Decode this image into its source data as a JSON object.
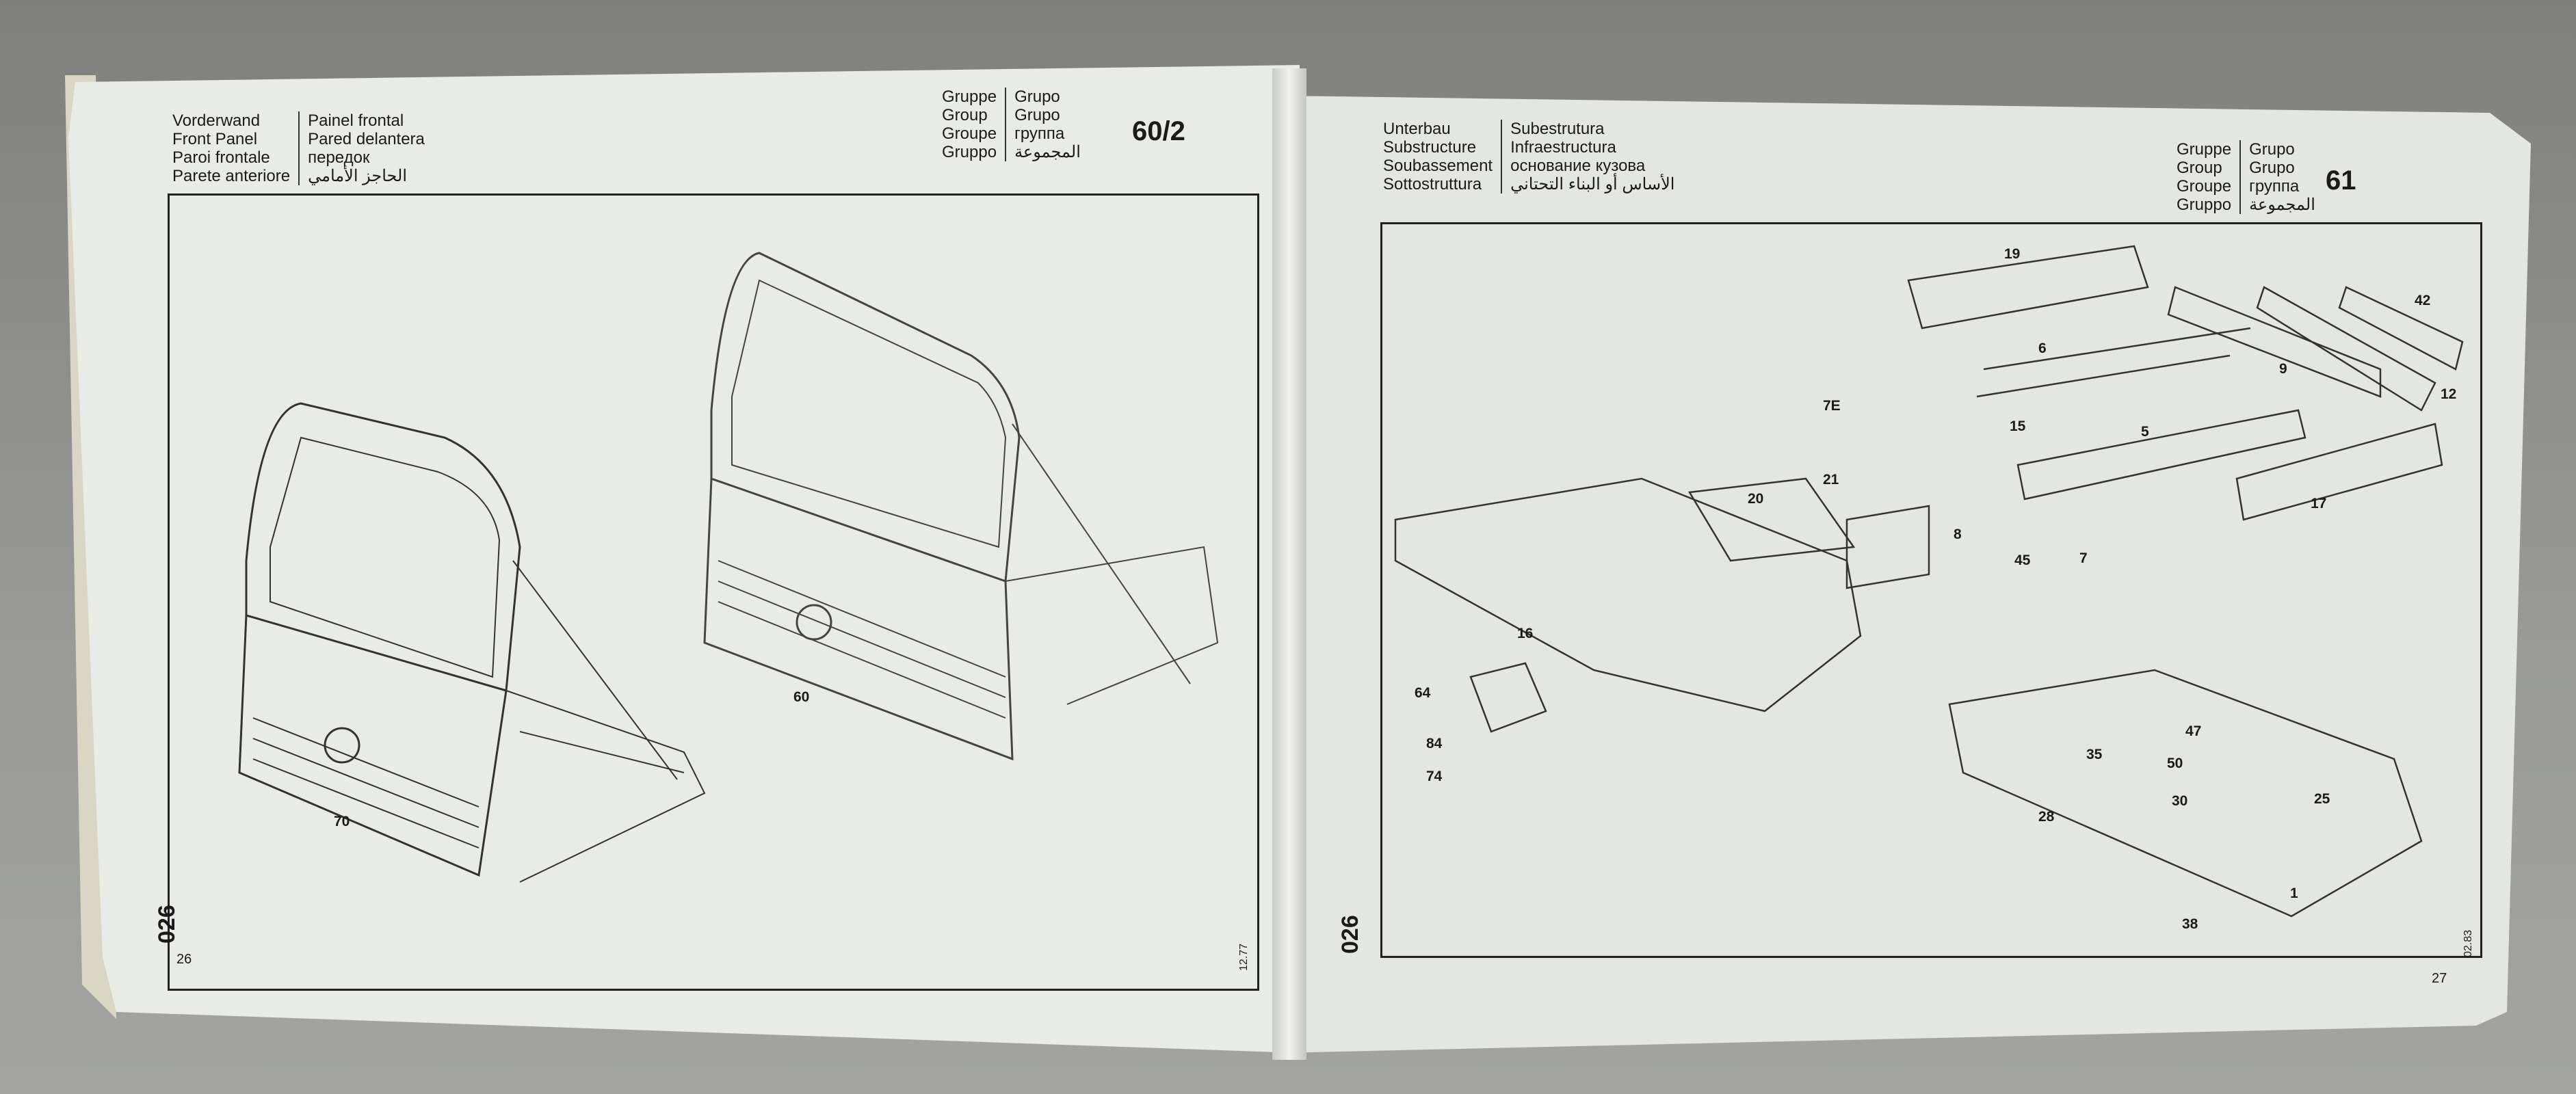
{
  "left_page": {
    "title_col1": [
      "Vorderwand",
      "Front Panel",
      "Paroi frontale",
      "Parete anteriore"
    ],
    "title_col2": [
      "Painel frontal",
      "Pared delantera",
      "передок",
      "الحاجز الأمامي"
    ],
    "group_col1": [
      "Gruppe",
      "Group",
      "Groupe",
      "Gruppo"
    ],
    "group_col2": [
      "Grupo",
      "Grupo",
      "группа",
      "المجموعة"
    ],
    "group_number": "60/2",
    "code": "026",
    "page_number": "26",
    "date": "12.77",
    "part_labels": [
      "70",
      "60"
    ]
  },
  "right_page": {
    "title_col1": [
      "Unterbau",
      "Substructure",
      "Soubassement",
      "Sottostruttura"
    ],
    "title_col2": [
      "Subestrutura",
      "Infraestructura",
      "основание кузова",
      "الأساس أو البناء التحتاني"
    ],
    "group_col1": [
      "Gruppe",
      "Group",
      "Groupe",
      "Gruppo"
    ],
    "group_col2": [
      "Grupo",
      "Grupo",
      "группа",
      "المجموعة"
    ],
    "group_number": "61",
    "code": "026",
    "page_number": "27",
    "date": "02.83",
    "part_labels": [
      "19",
      "6",
      "42",
      "9",
      "12",
      "7E",
      "15",
      "5",
      "17",
      "8",
      "45",
      "7",
      "20",
      "21",
      "16",
      "64",
      "84",
      "74",
      "47",
      "35",
      "50",
      "30",
      "25",
      "28",
      "1",
      "38"
    ]
  }
}
